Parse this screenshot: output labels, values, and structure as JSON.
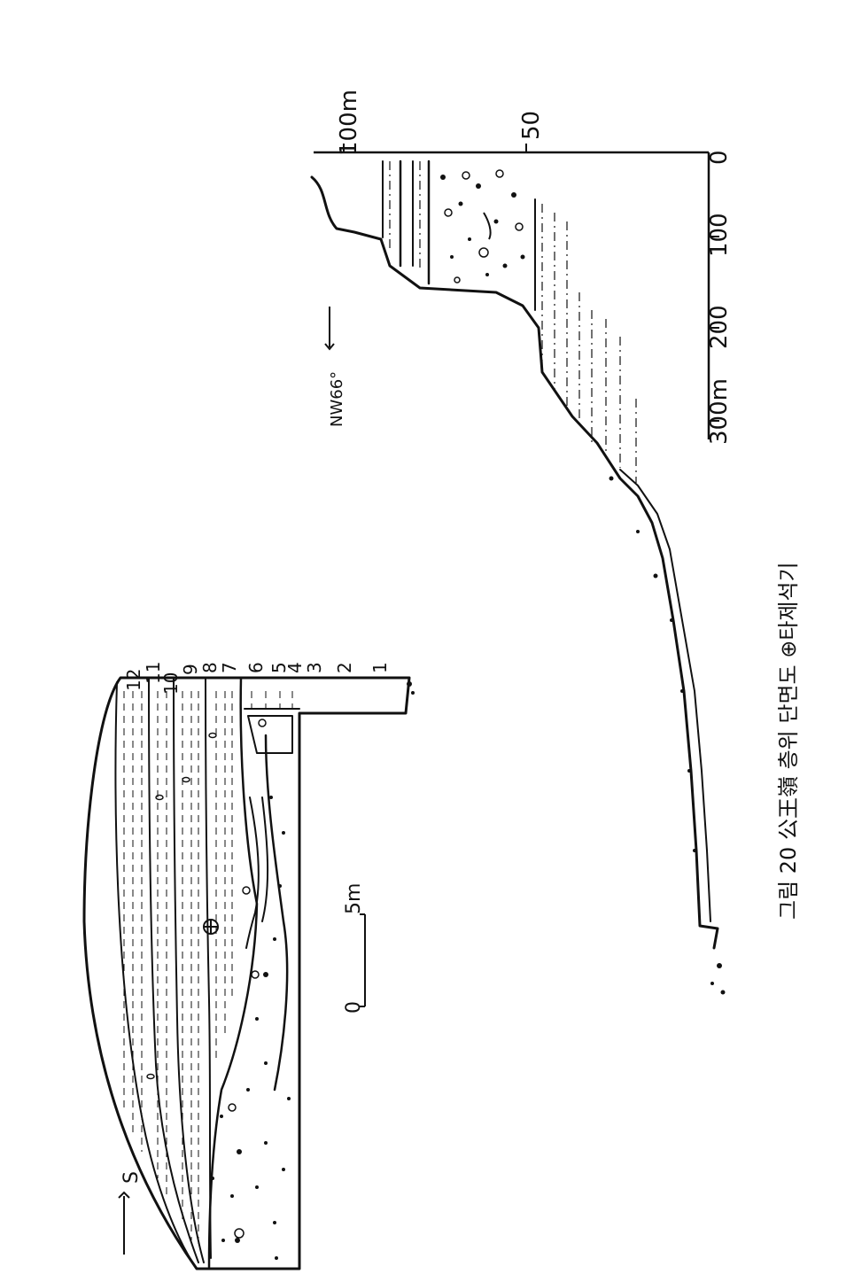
{
  "caption": "그림 20  公王嶺 층위 단면도  ⊕타제석기",
  "left_section": {
    "direction_label": "S",
    "scale_bar": {
      "start_label": "0",
      "end_label": "5m"
    },
    "layer_numbers": [
      "12",
      "11",
      "10",
      "9",
      "8",
      "7",
      "6",
      "5",
      "4",
      "3",
      "2",
      "1"
    ]
  },
  "right_section": {
    "direction_label": "NW66°",
    "horizontal_axis": {
      "tick_labels": [
        "0",
        "100",
        "200",
        "300m"
      ]
    },
    "vertical_axis": {
      "tick_labels": [
        "100m",
        "50"
      ]
    }
  },
  "colors": {
    "ink": "#111111",
    "paper": "#ffffff"
  }
}
